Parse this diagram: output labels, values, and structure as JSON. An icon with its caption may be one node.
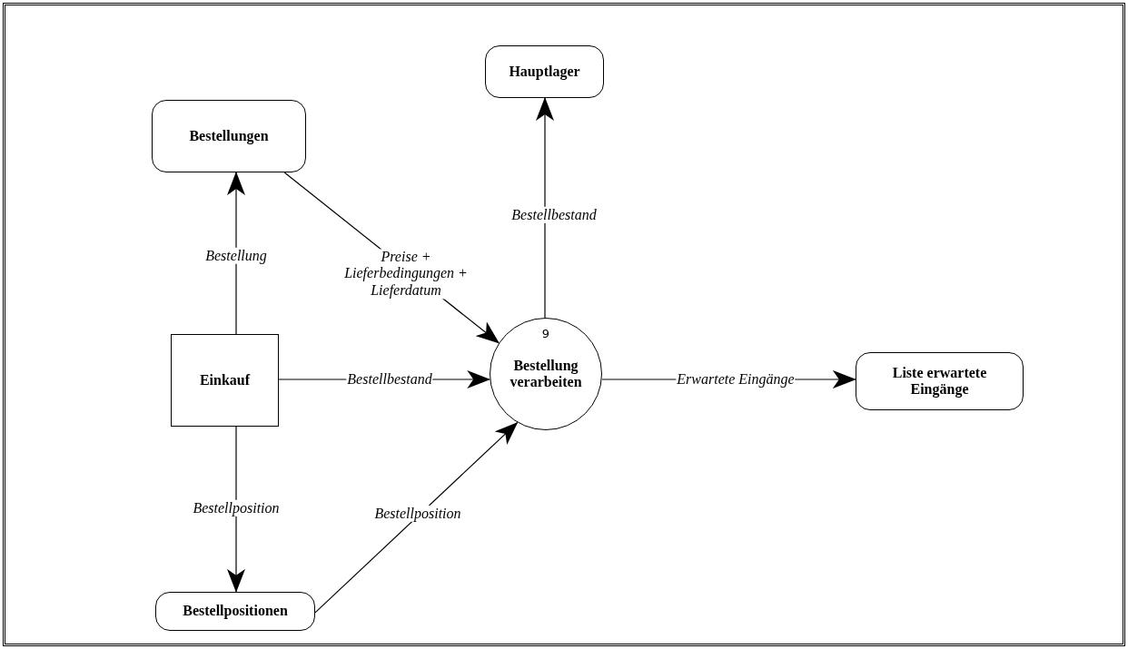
{
  "diagram": {
    "nodes": [
      {
        "text": [
          "Hauptlager"
        ]
      },
      {
        "text": [
          "Bestellungen"
        ]
      },
      {
        "text": [
          "Einkauf"
        ]
      },
      {
        "text": [
          "9",
          "Bestellung verarbeiten"
        ]
      },
      {
        "text": [
          "Liste erwartete Eingänge"
        ]
      },
      {
        "text": [
          "Bestellpositionen"
        ]
      }
    ],
    "edges": [
      {
        "from": 2,
        "to": 1,
        "arrow": "to",
        "label": "Bestellung"
      },
      {
        "from": 1,
        "to": 3,
        "arrow": "to",
        "label": "Preise + Lieferbedingungen + Lieferdatum"
      },
      {
        "from": 2,
        "to": 3,
        "arrow": "to",
        "label": "Bestellbestand"
      },
      {
        "from": 3,
        "to": 0,
        "arrow": "to",
        "label": "Bestellbestand"
      },
      {
        "from": 3,
        "to": 4,
        "arrow": "to",
        "label": "Erwartete Eingänge"
      },
      {
        "from": 2,
        "to": 5,
        "arrow": "to",
        "label": "Bestellposition"
      },
      {
        "from": 5,
        "to": 3,
        "arrow": "to",
        "label": "Bestellposition"
      }
    ]
  }
}
